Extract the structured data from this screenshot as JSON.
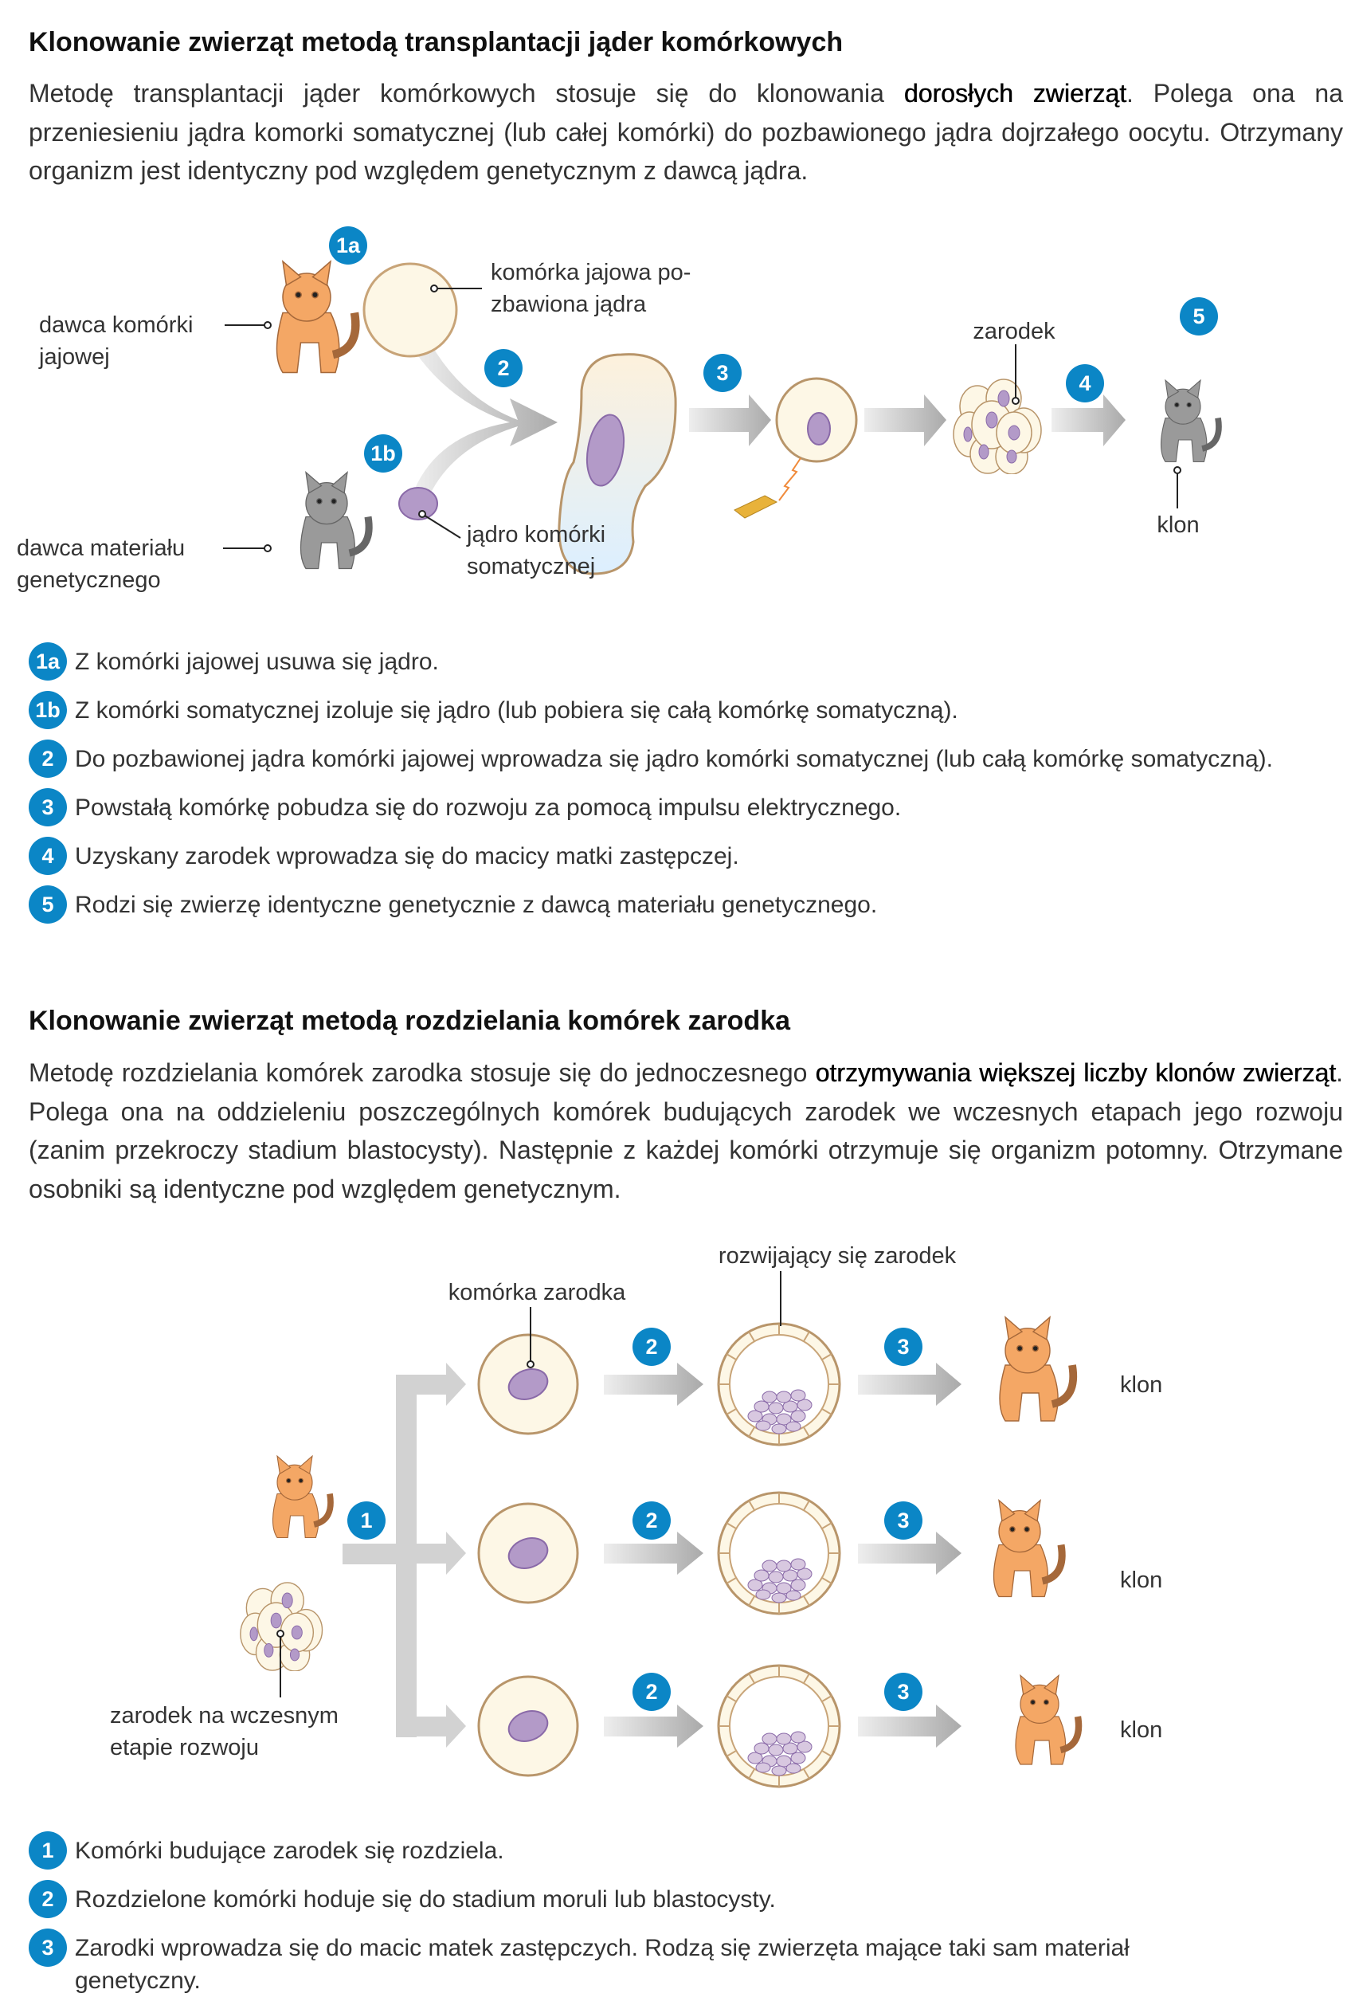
{
  "section1": {
    "title": "Klonowanie zwierząt metodą transplantacji jąder komórkowych",
    "paragraph": [
      {
        "text": "Metodę transplantacji jąder komórkowych stosuje się do klonowania ",
        "bold": false
      },
      {
        "text": "dorosłych zwierząt",
        "bold": true
      },
      {
        "text": ". Polega ona na przeniesieniu jądra komorki somatycznej (lub całej komórki) do pozbawionego jądra dojrzałego oocytu. Otrzymany organizm jest identyczny pod względem genetycznym z dawcą jądra.",
        "bold": false
      }
    ],
    "diagram": {
      "labels": {
        "egg_donor": [
          "dawca komórki",
          "jajowej"
        ],
        "enucleated_egg": [
          "komórka jajowa po-",
          "zbawiona jądra"
        ],
        "genetic_donor": [
          "dawca materiału",
          "genetycznego"
        ],
        "somatic_nucleus": [
          "jądro komórki",
          "somatycznej"
        ],
        "embryo": "zarodek",
        "clone": "klon"
      },
      "badges": [
        "1a",
        "1b",
        "2",
        "3",
        "4",
        "5"
      ]
    },
    "steps": [
      {
        "badge": "1a",
        "text": "Z komórki jajowej usuwa się jądro."
      },
      {
        "badge": "1b",
        "text": "Z komórki somatycznej izoluje się jądro (lub pobiera się całą komórkę somatyczną)."
      },
      {
        "badge": "2",
        "text": "Do pozbawionej jądra komórki jajowej wprowadza się jądro komórki somatycznej (lub całą komórkę soma­tyczną)."
      },
      {
        "badge": "3",
        "text": "Powstałą komórkę pobudza się do rozwoju za pomocą impulsu elektrycznego."
      },
      {
        "badge": "4",
        "text": "Uzyskany zarodek wprowadza się do macicy matki zastępczej."
      },
      {
        "badge": "5",
        "text": "Rodzi się zwierzę identyczne genetycznie z dawcą materiału genetycznego."
      }
    ]
  },
  "section2": {
    "title": "Klonowanie zwierząt metodą rozdzielania komórek zarodka",
    "paragraph": [
      {
        "text": "Metodę rozdzielania komórek zarodka stosuje się do jednoczesnego ",
        "bold": false
      },
      {
        "text": "otrzymywania większej liczby klonów zwierząt",
        "bold": true
      },
      {
        "text": ". Polega ona na oddzieleniu poszczególnych komórek budujących zarodek we wcze­snych etapach jego rozwoju (zanim przekroczy stadium blastocysty). Następnie z każdej komórki otrzy­muje się organizm potomny. Otrzymane osobniki są identyczne pod względem genetycznym.",
        "bold": false
      }
    ],
    "diagram": {
      "labels": {
        "embryo_cell": "komórka zarodka",
        "developing_embryo": "rozwijający się zarodek",
        "early_embryo": [
          "zarodek na wczesnym",
          "etapie rozwoju"
        ],
        "clone": "klon"
      },
      "badges": [
        "1",
        "2",
        "3"
      ]
    },
    "steps": [
      {
        "badge": "1",
        "text": "Komórki budujące zarodek się rozdziela."
      },
      {
        "badge": "2",
        "text": "Rozdzielone komórki hoduje się do stadium moruli lub blastocysty."
      },
      {
        "badge": "3",
        "text": "Zarodki wprowadza się do macic matek zastępczych. Rodzą się zwierzęta mające taki sam materiał genetyczny."
      }
    ]
  },
  "colors": {
    "badge": "#0b86c6",
    "orange_cat": "#f4a765",
    "gray_cat": "#9a9a9a",
    "cell": "#fdf7e6",
    "nucleus": "#b39ac8"
  }
}
